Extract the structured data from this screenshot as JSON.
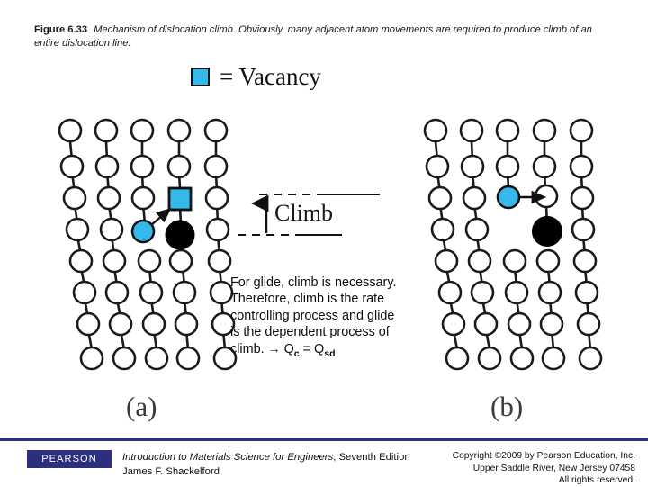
{
  "caption": {
    "figure_number": "Figure 6.33",
    "text": "Mechanism of dislocation climb. Obviously, many adjacent atom movements are required to produce climb of an entire dislocation line."
  },
  "legend": {
    "swatch_color": "#35b9ea",
    "text": "= Vacancy"
  },
  "annotation": {
    "climb_label": "Climb"
  },
  "note": {
    "line1": "For glide, climb is necessary.",
    "line2": "Therefore, climb is the rate",
    "line3": "controlling process and glide",
    "line4": "is the dependent process of",
    "line5_prefix": "climb. ",
    "arrow": "→",
    "q_c": "Q",
    "q_c_sub": "c",
    "equals": " = ",
    "q_sd": "Q",
    "q_sd_sub": "sd"
  },
  "panels": [
    {
      "id": "a",
      "label": "(a)"
    },
    {
      "id": "b",
      "label": "(b)"
    }
  ],
  "colors": {
    "vacancy": "#35b9ea",
    "atom_outline": "#1a1a1a",
    "atom_fill": "#ffffff",
    "dislocation_atom": "#000000",
    "brand_navy": "#2b2f7e"
  },
  "footer": {
    "logo_text": "PEARSON",
    "book_title": "Introduction to Materials Science for Engineers",
    "edition": ", Seventh Edition",
    "author": "James F. Shackelford",
    "copyright_line1": "Copyright ©2009 by Pearson Education, Inc.",
    "copyright_line2": "Upper Saddle River, New Jersey 07458",
    "copyright_line3": "All rights reserved."
  }
}
